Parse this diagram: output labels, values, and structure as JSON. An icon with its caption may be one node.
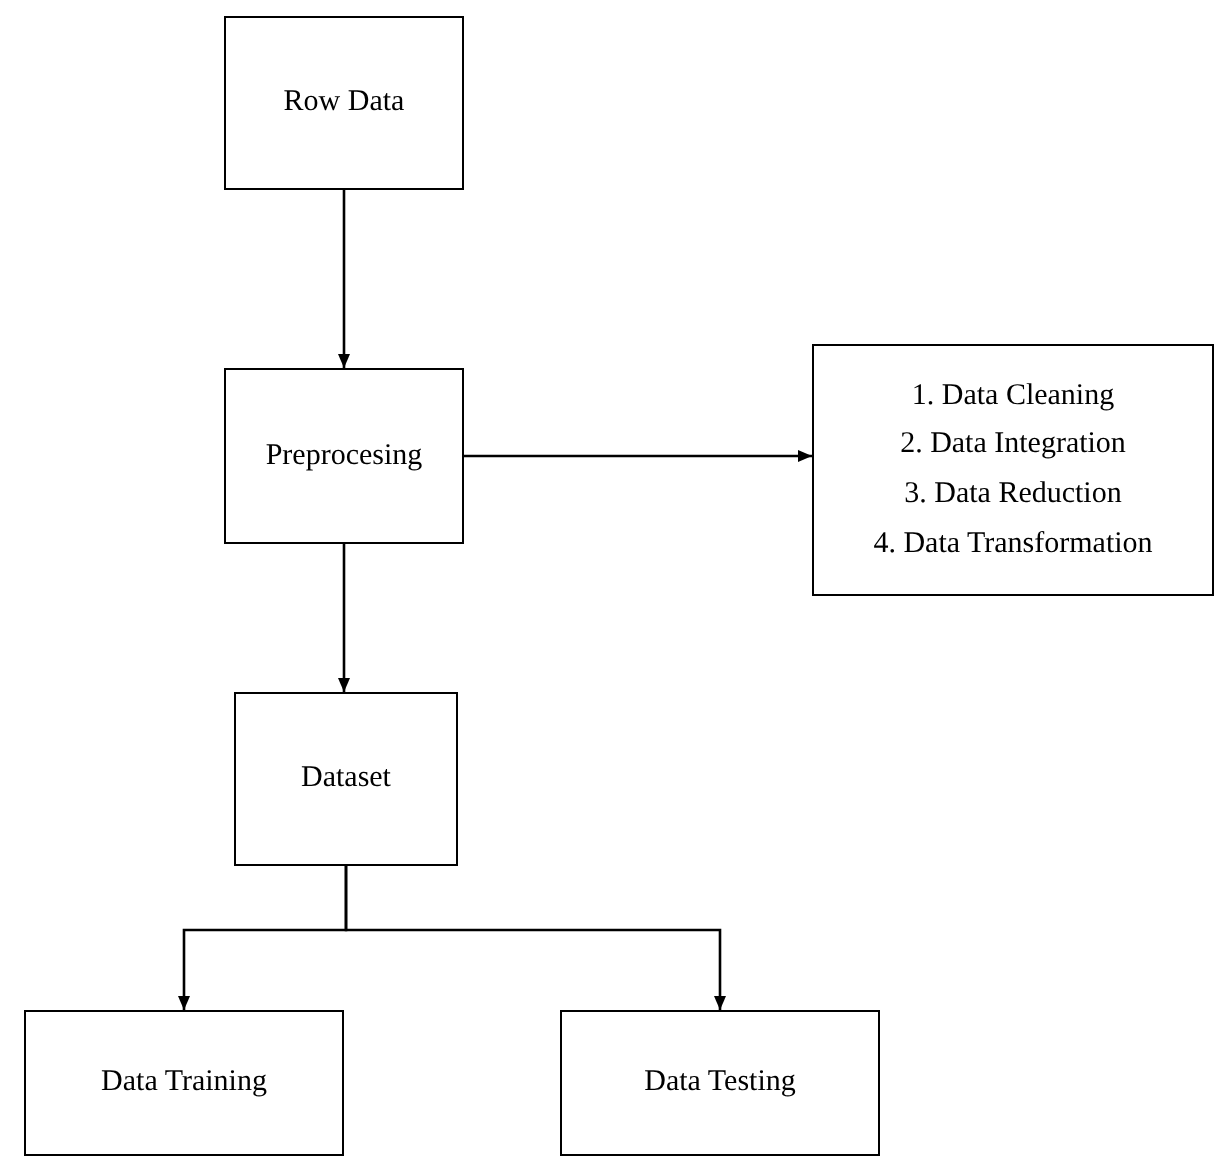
{
  "diagram": {
    "nodes": [
      {
        "text": [
          "Row Data"
        ]
      },
      {
        "text": [
          "Preprocesing"
        ]
      },
      {
        "text": [
          "1. Data Cleaning",
          "2. Data Integration",
          "3. Data Reduction",
          "4. Data Transformation"
        ]
      },
      {
        "text": [
          "Dataset"
        ]
      },
      {
        "text": [
          "Data Training"
        ]
      },
      {
        "text": [
          "Data Testing"
        ]
      }
    ],
    "edges": [
      {
        "from": 0,
        "to": 1,
        "arrow": "to"
      },
      {
        "from": 1,
        "to": 2,
        "arrow": "to"
      },
      {
        "from": 1,
        "to": 3,
        "arrow": "to"
      },
      {
        "from": 3,
        "to": 4,
        "arrow": "to"
      },
      {
        "from": 3,
        "to": 5,
        "arrow": "to"
      }
    ]
  }
}
